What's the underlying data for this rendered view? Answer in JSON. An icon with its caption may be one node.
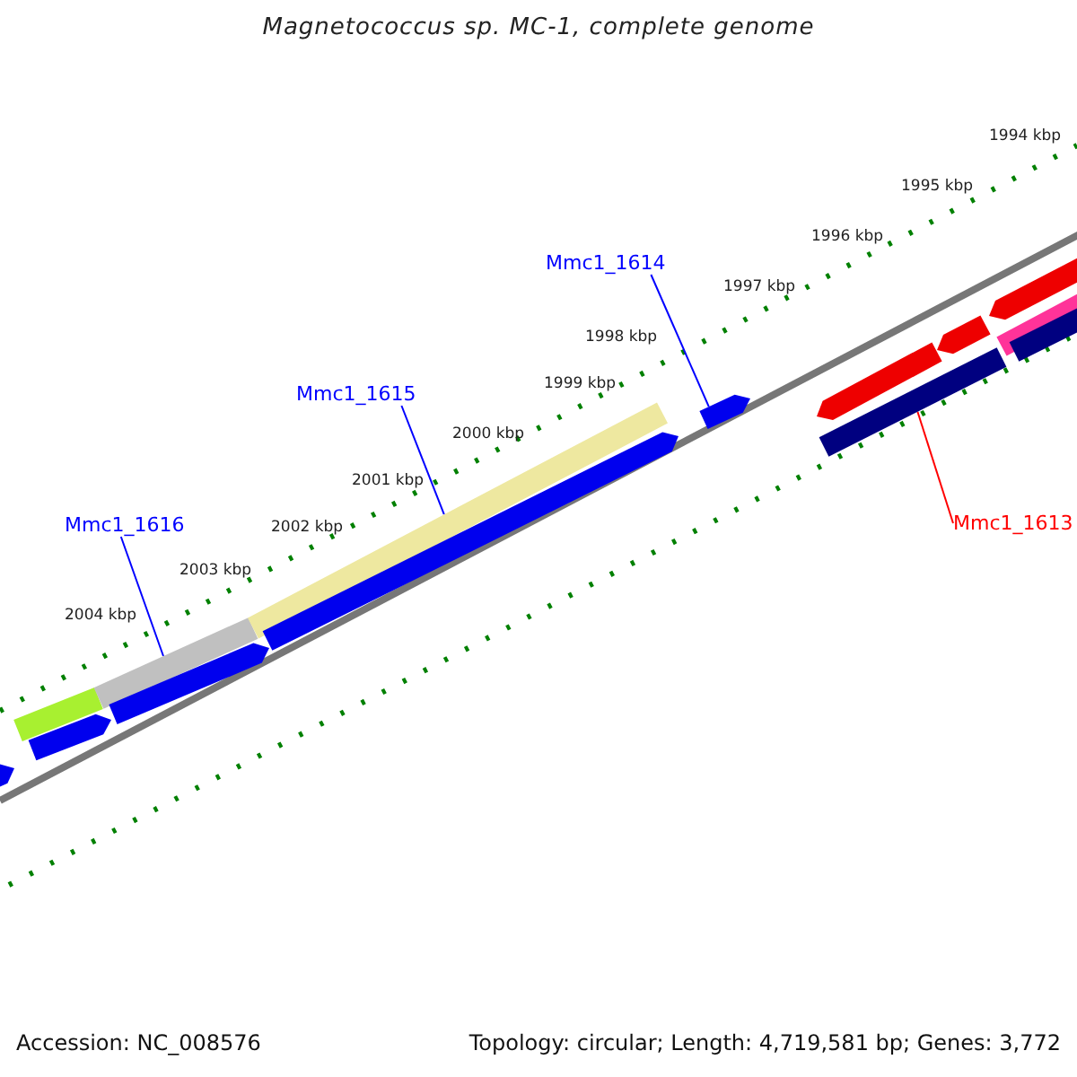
{
  "diagram": {
    "title": "Magnetococcus sp. MC-1, complete genome",
    "nodes": [
      {
        "text": [
          "Mmc1_1614"
        ]
      },
      {
        "text": [
          "Mmc1_1615"
        ]
      },
      {
        "text": [
          "Mmc1_1616"
        ]
      },
      {
        "text": [
          "Mmc1_1613"
        ]
      },
      {
        "text": [],
        "shape": "pentagon"
      },
      {
        "text": [],
        "shape": "bar"
      },
      {
        "text": [],
        "shape": "pentagon"
      },
      {
        "text": [],
        "shape": "bar"
      },
      {
        "text": [],
        "shape": "pentagon"
      },
      {
        "text": [],
        "shape": "bar"
      },
      {
        "text": [],
        "shape": "pentagon"
      },
      {
        "text": [],
        "shape": "pentagon"
      },
      {
        "text": [],
        "shape": "pentagon"
      },
      {
        "text": [],
        "shape": "bar"
      },
      {
        "text": [],
        "shape": "pentagon"
      },
      {
        "text": [],
        "shape": "pentagon"
      },
      {
        "text": [],
        "shape": "bar"
      },
      {
        "text": [],
        "shape": "bar"
      }
    ],
    "edges": [
      {
        "from": 0,
        "to": 11,
        "arrow": "none"
      },
      {
        "from": 1,
        "to": 9,
        "arrow": "none"
      },
      {
        "from": 2,
        "to": 7,
        "arrow": "none"
      },
      {
        "from": 3,
        "to": 13,
        "arrow": "none",
        "color": "#ff0000"
      }
    ],
    "labels": [
      "1994 kbp",
      "1995 kbp",
      "1996 kbp",
      "1997 kbp",
      "1998 kbp",
      "1999 kbp",
      "2000 kbp",
      "2001 kbp",
      "2002 kbp",
      "2003 kbp",
      "2004 kbp",
      "Accession: NC_008576",
      "Topology: circular; Length: 4,719,581 bp; Genes: 3,772"
    ]
  }
}
